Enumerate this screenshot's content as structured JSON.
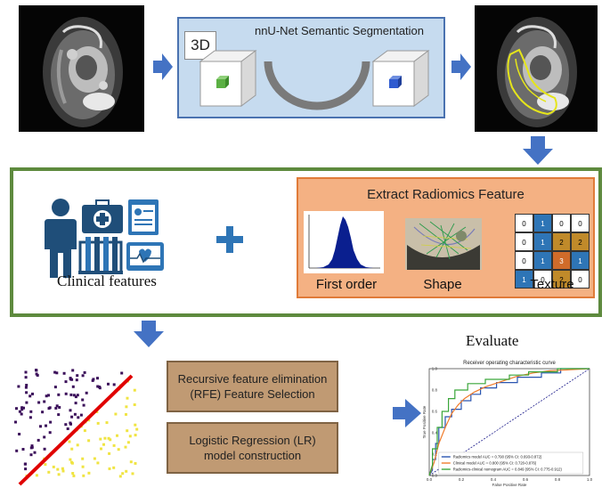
{
  "colors": {
    "arrow": "#4472c4",
    "green_frame": "#5e8a3e",
    "radiomics_bg": "#f4b183",
    "radiomics_border": "#e07b39",
    "brown_box": "#c09a73",
    "nnunet_bg": "#c6dbef",
    "regression_line": "#e00000",
    "class_a": "#3b0f5a",
    "class_b": "#f0e442"
  },
  "segmentation": {
    "title": "nnU-Net Semantic Segmentation",
    "dim_tag": "3D"
  },
  "clinical": {
    "label": "Clinical features",
    "icons": [
      "person-icon",
      "medical-kit-icon",
      "clipboard-icon",
      "test-tubes-icon",
      "heart-monitor-icon"
    ]
  },
  "plus_symbol": "+",
  "radiomics": {
    "title": "Extract Radiomics Feature",
    "items": [
      {
        "label": "First order"
      },
      {
        "label": "Shape"
      },
      {
        "label": "Texture"
      }
    ],
    "texture_matrix": [
      [
        "0",
        "1",
        "0",
        "0"
      ],
      [
        "0",
        "1",
        "2",
        "2"
      ],
      [
        "0",
        "1",
        "3",
        "1"
      ],
      [
        "1",
        "0",
        "2",
        "0"
      ]
    ]
  },
  "steps": {
    "rfe": "Recursive feature elimination (RFE) Feature Selection",
    "lr": "Logistic Regression (LR) model construction"
  },
  "evaluate_label": "Evaluate",
  "chart_data": {
    "type": "line",
    "title": "Receiver operating characteristic curve",
    "xlabel": "False Positive Rate",
    "ylabel": "True Positive Rate",
    "xlim": [
      0,
      1.0
    ],
    "ylim": [
      0,
      1.0
    ],
    "xticks": [
      "0.0",
      "0.2",
      "0.4",
      "0.6",
      "0.8",
      "1.0"
    ],
    "yticks": [
      "0.0",
      "0.2",
      "0.4",
      "0.6",
      "0.8",
      "1.0"
    ],
    "legend_position": "bottom-right",
    "series": [
      {
        "name": "Radiomics model AUC = 0.790 (95% CI: 0.693-0.872)",
        "color": "#2a55b0",
        "x": [
          0,
          0.02,
          0.02,
          0.04,
          0.04,
          0.06,
          0.06,
          0.1,
          0.1,
          0.14,
          0.14,
          0.2,
          0.2,
          0.26,
          0.26,
          0.32,
          0.32,
          0.42,
          0.42,
          0.55,
          0.55,
          0.7,
          0.7,
          0.82,
          0.82,
          1.0
        ],
        "y": [
          0,
          0.05,
          0.15,
          0.15,
          0.3,
          0.3,
          0.45,
          0.45,
          0.55,
          0.55,
          0.62,
          0.62,
          0.7,
          0.7,
          0.76,
          0.76,
          0.82,
          0.82,
          0.87,
          0.87,
          0.92,
          0.92,
          0.96,
          0.96,
          1.0,
          1.0
        ]
      },
      {
        "name": "Clinical model AUC = 0.800 (95% CI: 0.720-0.876)",
        "color": "#f07c2c",
        "x": [
          0,
          0.03,
          0.06,
          0.1,
          0.14,
          0.18,
          0.22,
          0.28,
          0.35,
          0.45,
          0.55,
          0.65,
          0.75,
          0.88,
          1.0
        ],
        "y": [
          0,
          0.12,
          0.3,
          0.45,
          0.58,
          0.66,
          0.72,
          0.78,
          0.83,
          0.88,
          0.93,
          0.96,
          0.98,
          0.99,
          1.0
        ]
      },
      {
        "name": "Radiomics-clinical nomogram AUC = 0.849 (95% CI: 0.775-0.912)",
        "color": "#3aa63a",
        "x": [
          0,
          0.02,
          0.02,
          0.05,
          0.05,
          0.08,
          0.08,
          0.12,
          0.12,
          0.16,
          0.16,
          0.24,
          0.24,
          0.35,
          0.35,
          0.5,
          0.5,
          0.62,
          0.62,
          0.8,
          0.8,
          1.0
        ],
        "y": [
          0,
          0.1,
          0.25,
          0.25,
          0.45,
          0.45,
          0.6,
          0.6,
          0.72,
          0.72,
          0.8,
          0.8,
          0.86,
          0.86,
          0.9,
          0.9,
          0.94,
          0.94,
          0.97,
          0.97,
          1.0,
          1.0
        ]
      }
    ],
    "reference_line": {
      "x": [
        0,
        1
      ],
      "y": [
        0,
        1
      ],
      "style": "dashed",
      "color": "#1a1a8a"
    }
  }
}
